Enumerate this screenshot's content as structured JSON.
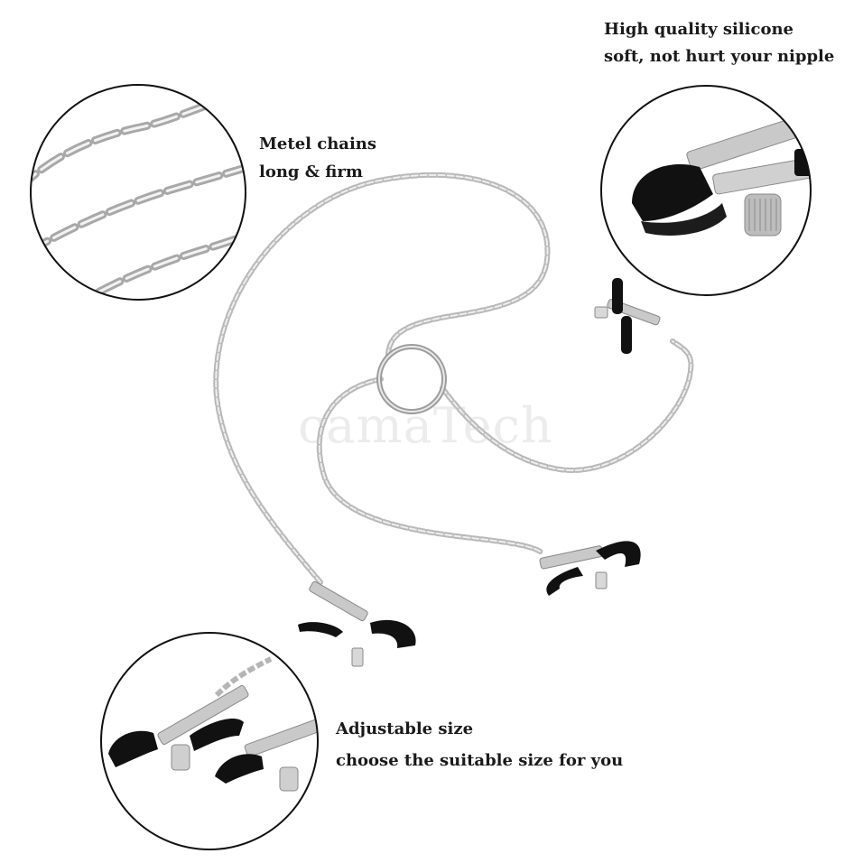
{
  "captions": {
    "silicone": {
      "line1": "High quality silicone",
      "line2": "soft, not hurt your nipple"
    },
    "chains": {
      "line1": "Metel chains",
      "line2": "long & firm"
    },
    "size": {
      "line1": "Adjustable size",
      "line2": "choose the suitable size for you"
    }
  },
  "watermark": "camaTech",
  "colors": {
    "background": "#ffffff",
    "text": "#1a1a1a",
    "metal": "#c9c9c9",
    "metal_dark": "#8a8a8a",
    "rubber": "#111111",
    "circle_outline": "#111111"
  }
}
